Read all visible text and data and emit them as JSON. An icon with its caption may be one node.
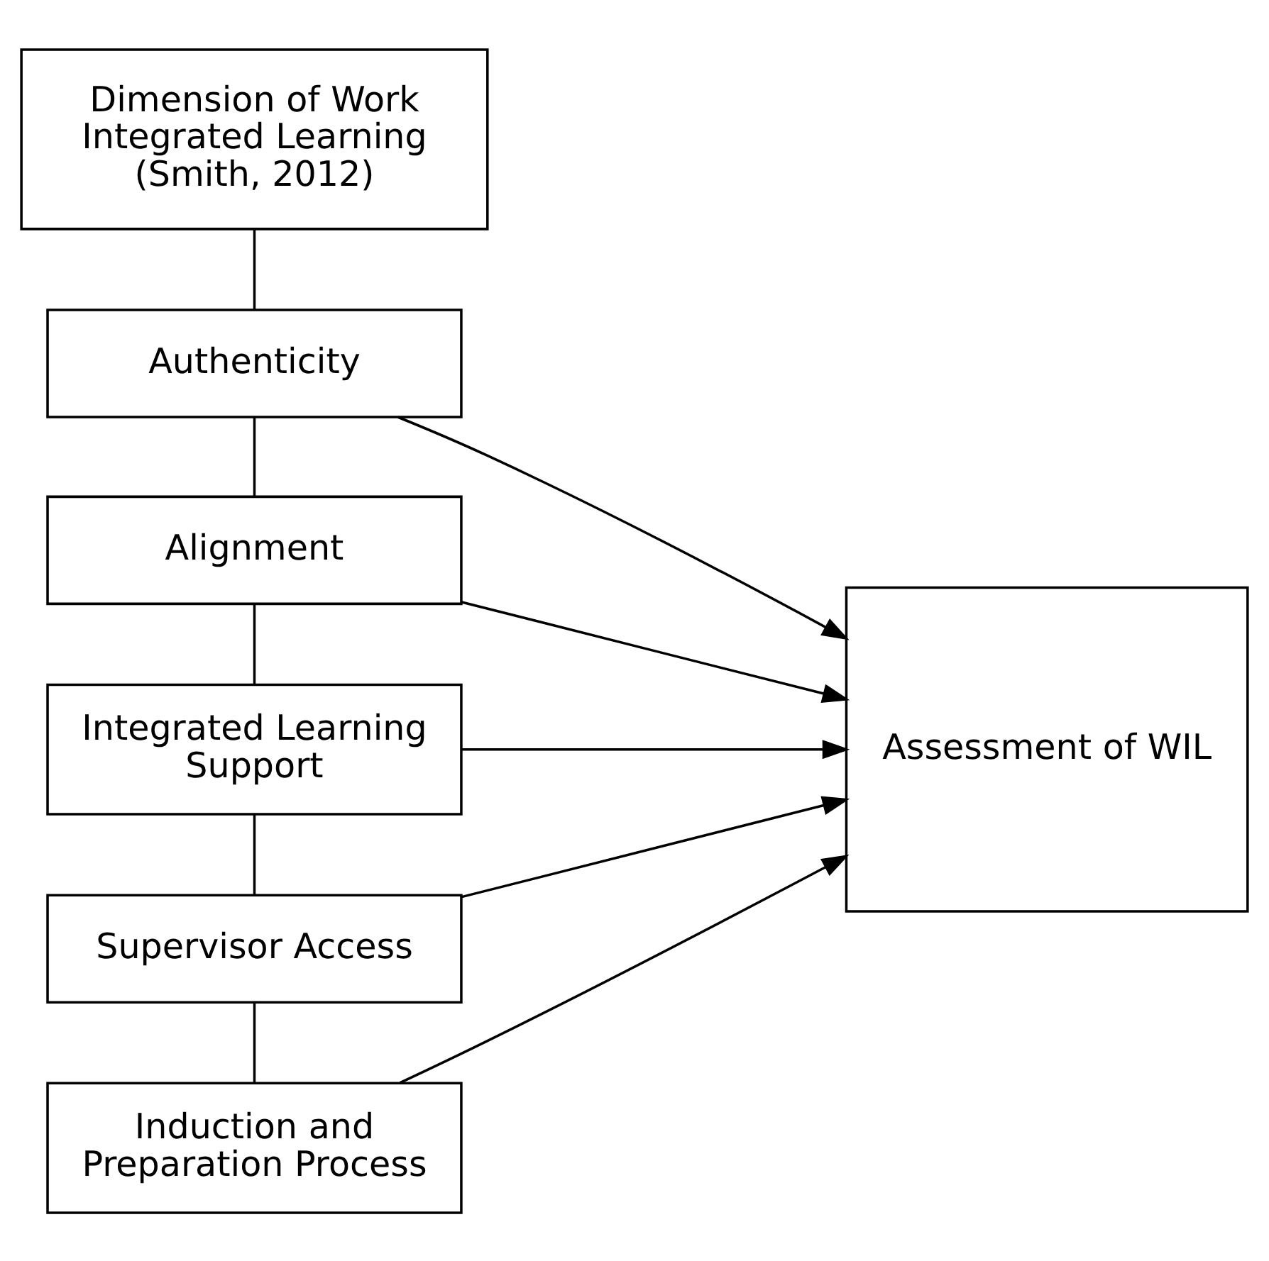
{
  "diagram": {
    "nodes": [
      {
        "text": [
          "Dimension of Work Integrated Learning (Smith, 2012)"
        ]
      },
      {
        "text": [
          "Authenticity"
        ]
      },
      {
        "text": [
          "Alignment"
        ]
      },
      {
        "text": [
          "Integrated Learning Support"
        ]
      },
      {
        "text": [
          "Supervisor Access"
        ]
      },
      {
        "text": [
          "Induction and Preparation Process"
        ]
      },
      {
        "text": [
          "Assessment of WIL"
        ]
      }
    ],
    "edges": [
      {
        "from": 0,
        "to": 1,
        "arrow": "none"
      },
      {
        "from": 1,
        "to": 2,
        "arrow": "none"
      },
      {
        "from": 2,
        "to": 3,
        "arrow": "none"
      },
      {
        "from": 3,
        "to": 4,
        "arrow": "none"
      },
      {
        "from": 4,
        "to": 5,
        "arrow": "none"
      },
      {
        "from": 1,
        "to": 6,
        "arrow": "to"
      },
      {
        "from": 2,
        "to": 6,
        "arrow": "to"
      },
      {
        "from": 3,
        "to": 6,
        "arrow": "to"
      },
      {
        "from": 4,
        "to": 6,
        "arrow": "to"
      },
      {
        "from": 5,
        "to": 6,
        "arrow": "to"
      }
    ]
  }
}
